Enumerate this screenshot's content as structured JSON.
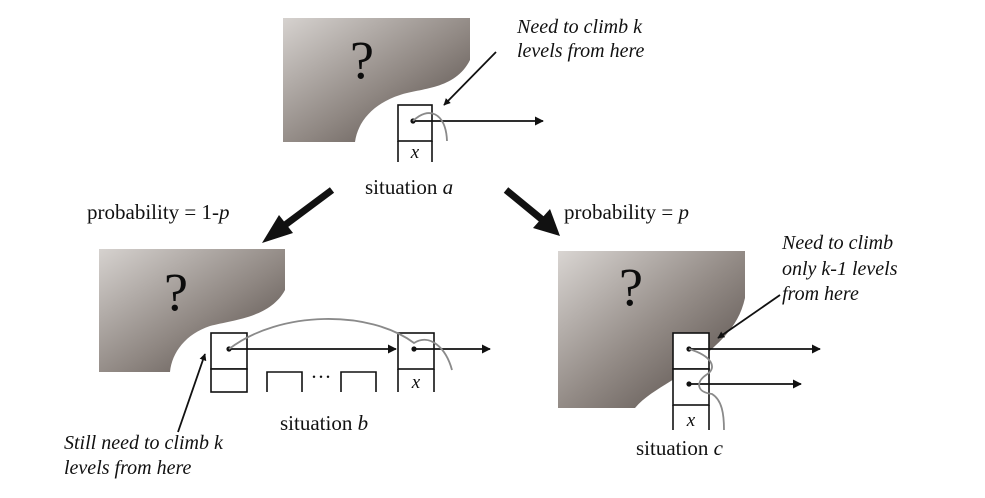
{
  "question_mark": "?",
  "node_label": "x",
  "ellipsis": "···",
  "situation_a": {
    "prefix": "situation ",
    "letter": "a"
  },
  "situation_b": {
    "prefix": "situation ",
    "letter": "b"
  },
  "situation_c": {
    "prefix": "situation ",
    "letter": "c"
  },
  "branch_left": {
    "prefix": "probability = 1-",
    "var": "p"
  },
  "branch_right": {
    "prefix": "probability = ",
    "var": "p"
  },
  "note_a": [
    "Need to climb k",
    "levels from here"
  ],
  "note_b": [
    "Still need to climb k",
    "levels from here"
  ],
  "note_c": [
    "Need to climb",
    "only k-1 levels",
    "from here"
  ],
  "colors": {
    "blob_dark": "#5e5450",
    "blob_light": "#d6d2cf",
    "curve": "#8a8a8a",
    "ink": "#111111"
  }
}
